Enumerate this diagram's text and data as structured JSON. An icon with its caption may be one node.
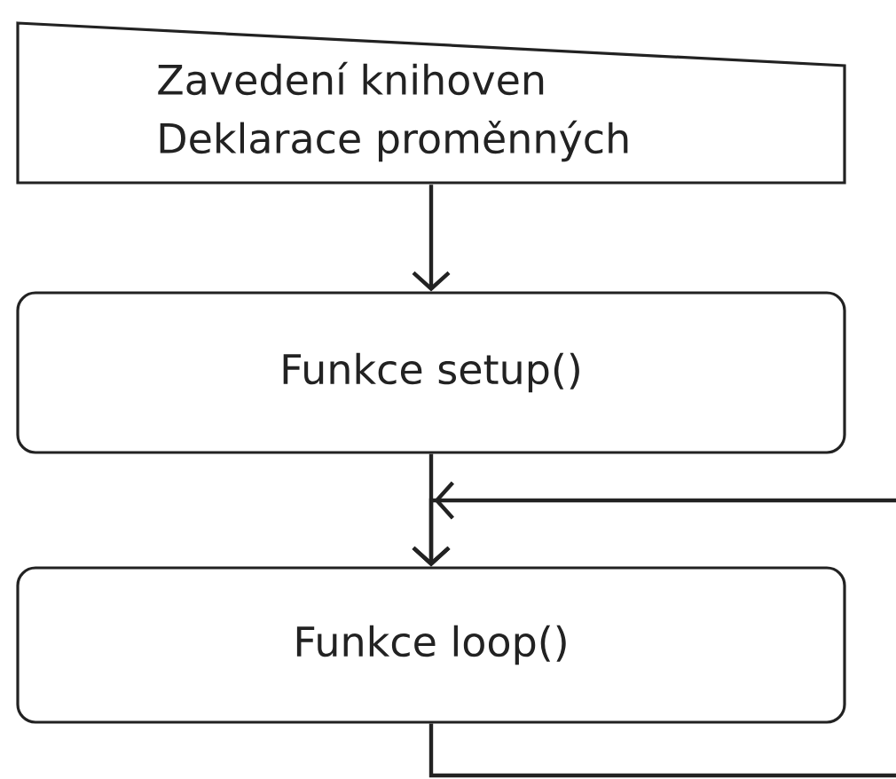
{
  "diagram": {
    "nodes": [
      {
        "text": [
          "Zavedení knihoven Deklarace proměnných"
        ]
      },
      {
        "text": [
          "Funkce setup()"
        ]
      },
      {
        "text": [
          "Funkce loop()"
        ]
      }
    ],
    "edges": [
      {
        "from": 0,
        "to": 1,
        "arrow": "to"
      },
      {
        "from": 1,
        "to": 2,
        "arrow": "to"
      },
      {
        "from": 2,
        "to": 2,
        "arrow": "to"
      }
    ]
  }
}
